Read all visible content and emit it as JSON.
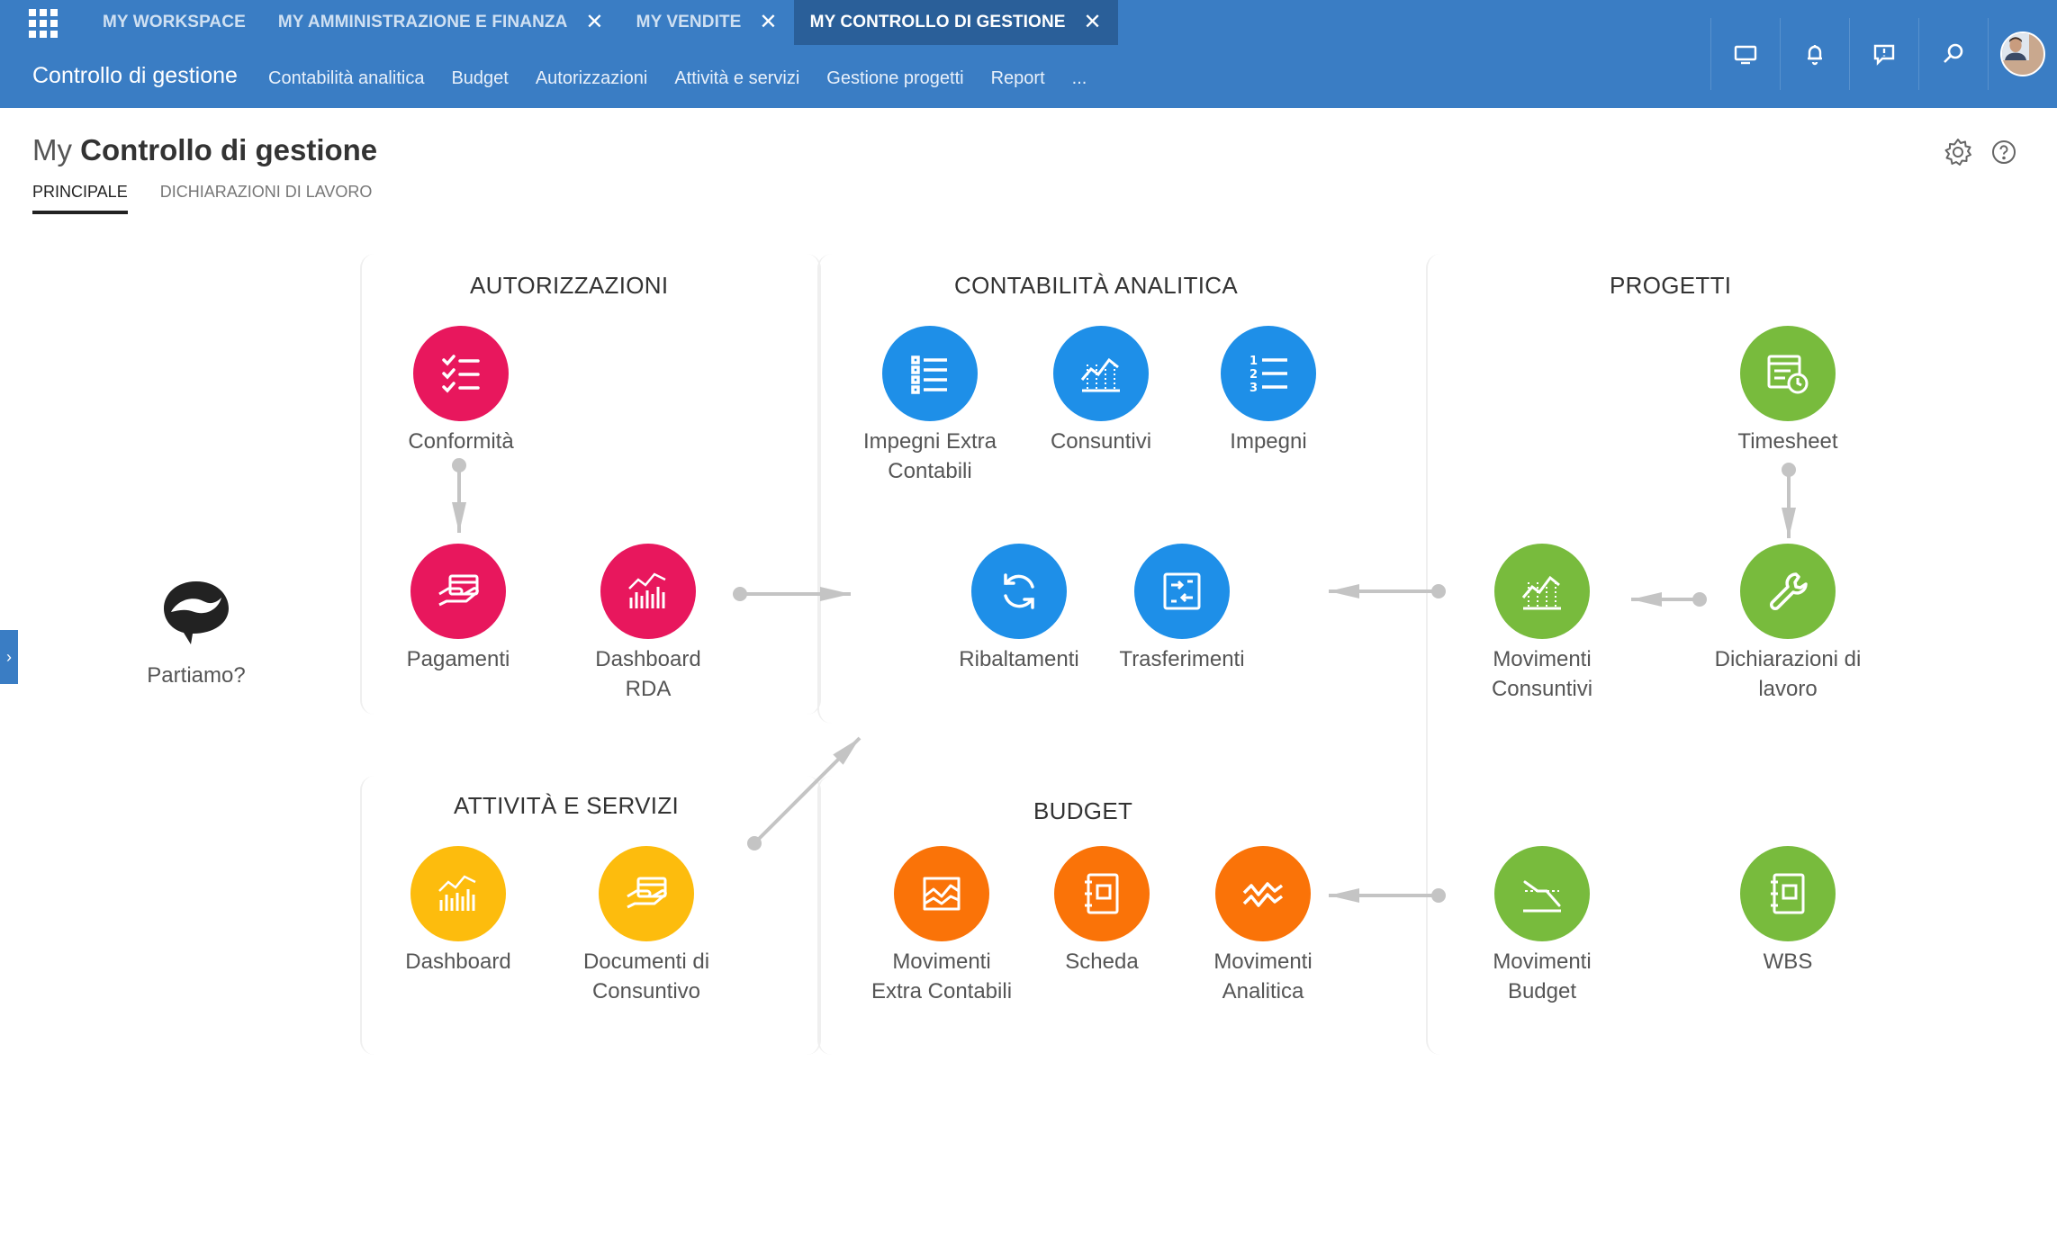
{
  "topbar": {
    "tabs": [
      {
        "label": "MY WORKSPACE",
        "closable": false,
        "active": false
      },
      {
        "label": "MY AMMINISTRAZIONE E FINANZA",
        "closable": true,
        "active": false
      },
      {
        "label": "MY VENDITE",
        "closable": true,
        "active": false
      },
      {
        "label": "MY CONTROLLO DI GESTIONE",
        "closable": true,
        "active": true
      }
    ],
    "close_glyph": "✕",
    "module_title": "Controllo di gestione",
    "menu": [
      "Contabilità analitica",
      "Budget",
      "Autorizzazioni",
      "Attività e servizi",
      "Gestione progetti",
      "Report",
      "..."
    ],
    "icons": [
      "monitor-icon",
      "bell-icon",
      "feedback-icon",
      "search-icon"
    ]
  },
  "page": {
    "title_prefix": "My",
    "title_main": "Controllo di gestione",
    "subtabs": [
      "PRINCIPALE",
      "DICHIARAZIONI DI LAVORO"
    ]
  },
  "start": {
    "label": "Partiamo?"
  },
  "panels": {
    "autorizzazioni": {
      "title": "AUTORIZZAZIONI",
      "items": [
        "Conformità",
        "Pagamenti",
        "Dashboard RDA"
      ]
    },
    "attivita": {
      "title": "ATTIVITÀ E SERVIZI",
      "items": [
        "Dashboard",
        "Documenti di Consuntivo"
      ]
    },
    "contabilita": {
      "title": "CONTABILITÀ ANALITICA",
      "items": [
        "Impegni Extra Contabili",
        "Consuntivi",
        "Impegni",
        "Ribaltamenti",
        "Trasferimenti"
      ]
    },
    "budget": {
      "title": "BUDGET",
      "items": [
        "Movimenti Extra Contabili",
        "Scheda",
        "Movimenti Analitica"
      ]
    },
    "progetti": {
      "title": "PROGETTI",
      "items": [
        "Timesheet",
        "Movimenti Consuntivi",
        "Dichiarazioni di lavoro",
        "Movimenti Budget",
        "WBS"
      ]
    }
  },
  "colors": {
    "topbar": "#3a7dc4",
    "active_tab": "#2a5f99",
    "autorizzazioni": "#e8175d",
    "contabilita": "#1e8fe8",
    "progetti": "#78bb3d",
    "attivita": "#fdbc0d",
    "budget": "#fa7308",
    "arrow": "#c4c4c4"
  }
}
